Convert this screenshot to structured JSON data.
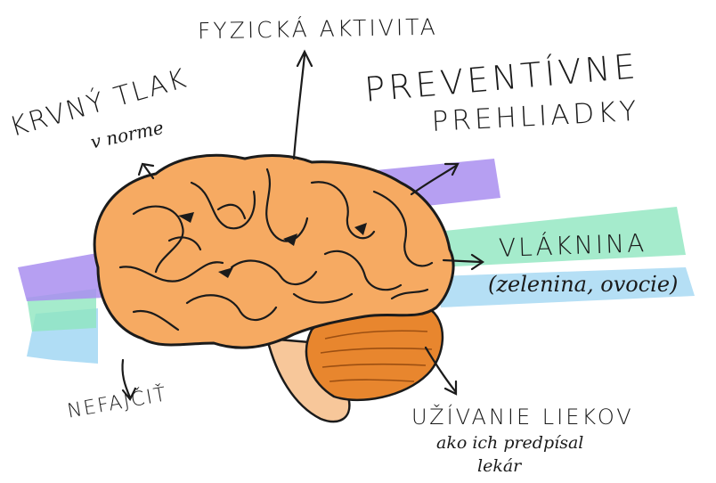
{
  "labels": {
    "physical_activity": "FYZICKÁ AKTIVITA",
    "blood_pressure": "KRVNÝ TLAK",
    "blood_pressure_note": "v norme",
    "preventive_line1": "PREVENTÍVNE",
    "preventive_line2": "PREHLIADKY",
    "fiber": "VLÁKNINA",
    "fiber_note": "(zelenina, ovocie)",
    "no_smoking": "NEFAJČIŤ",
    "medication": "UŽÍVANIE LIEKOV",
    "medication_note_line1": "ako ich predpísal",
    "medication_note_line2": "lekár"
  },
  "colors": {
    "brain": "#f6aa62",
    "brain_outline": "#1b1b1b",
    "cerebellum": "#e8862e",
    "brainstem": "#f7c79a",
    "band_purple": "#a98ef0",
    "band_mint": "#8ee6bf",
    "band_blue": "#9cd4f2",
    "ink": "#1a1a1a"
  }
}
